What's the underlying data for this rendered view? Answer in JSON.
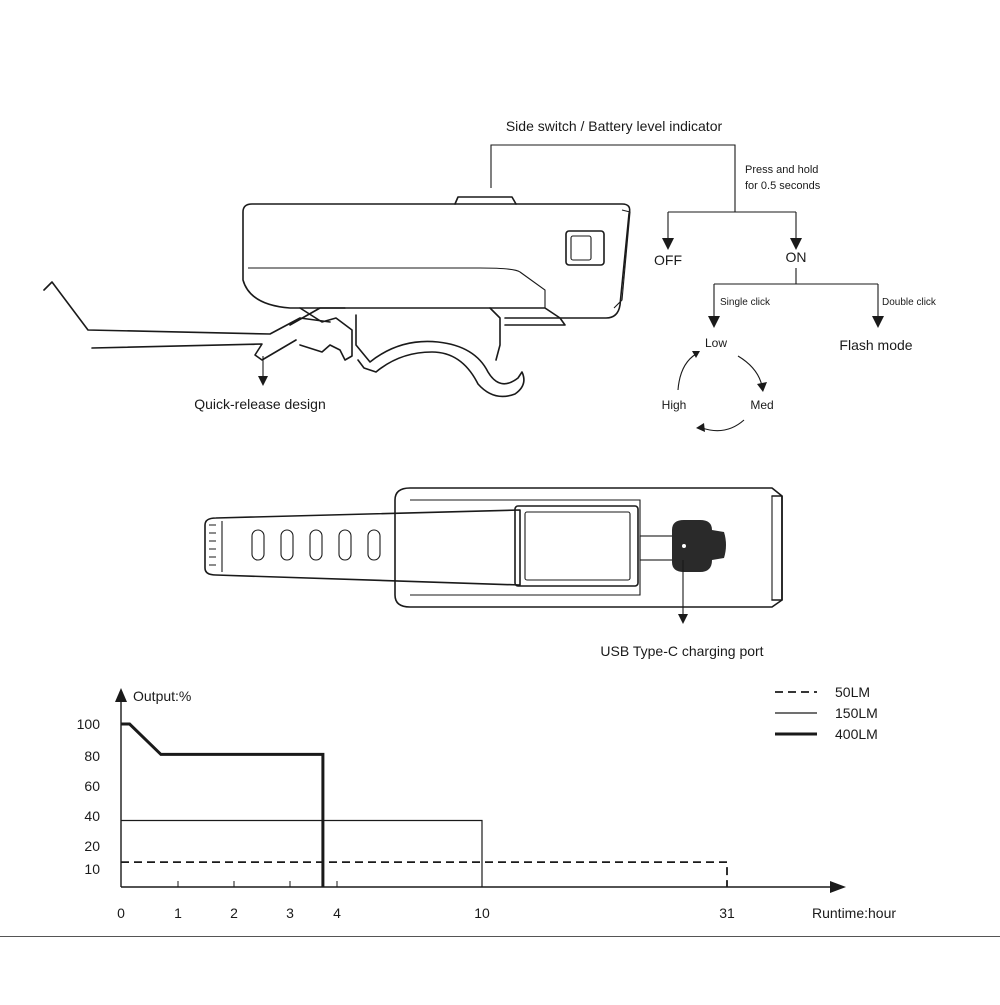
{
  "diagram": {
    "side_switch_label": "Side switch / Battery level indicator",
    "hold_line1": "Press and hold",
    "hold_line2": "for 0.5 seconds",
    "off_label": "OFF",
    "on_label": "ON",
    "single_click_label": "Single click",
    "double_click_label": "Double click",
    "flash_mode_label": "Flash mode",
    "low_label": "Low",
    "med_label": "Med",
    "high_label": "High",
    "quick_release_label": "Quick-release design",
    "usb_label": "USB Type-C charging port"
  },
  "chart_data": {
    "type": "line",
    "ylabel": "Output:%",
    "xlabel": "Runtime:hour",
    "y_ticks": [
      10,
      20,
      40,
      60,
      80,
      100
    ],
    "x_ticks": [
      0,
      1,
      2,
      3,
      4,
      10,
      31
    ],
    "series": [
      {
        "name": "50LM",
        "style": "dashed",
        "points": [
          [
            0,
            13
          ],
          [
            31,
            13
          ],
          [
            31,
            0
          ]
        ]
      },
      {
        "name": "150LM",
        "style": "thin",
        "points": [
          [
            0,
            37
          ],
          [
            10,
            37
          ],
          [
            10,
            0
          ]
        ]
      },
      {
        "name": "400LM",
        "style": "bold",
        "points": [
          [
            0,
            100
          ],
          [
            0.15,
            100
          ],
          [
            0.7,
            81
          ],
          [
            3.7,
            81
          ],
          [
            3.7,
            0
          ]
        ]
      }
    ]
  }
}
